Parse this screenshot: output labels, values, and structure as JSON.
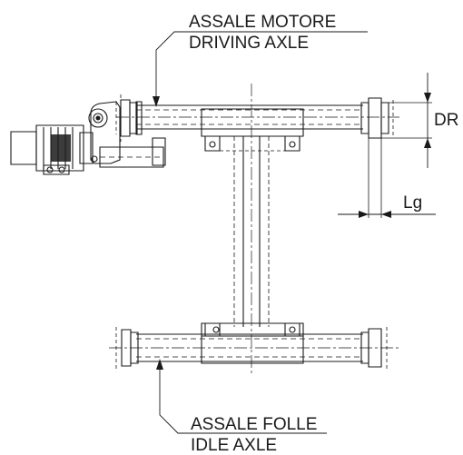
{
  "labels": {
    "driving_axle_it": "ASSALE MOTORE",
    "driving_axle_en": "DRIVING AXLE",
    "idle_axle_it": "ASSALE FOLLE",
    "idle_axle_en": "IDLE AXLE",
    "wheel_diameter": "DR",
    "wheel_width": "Lg"
  },
  "colors": {
    "line": "#1a1a1a",
    "background": "#ffffff"
  }
}
